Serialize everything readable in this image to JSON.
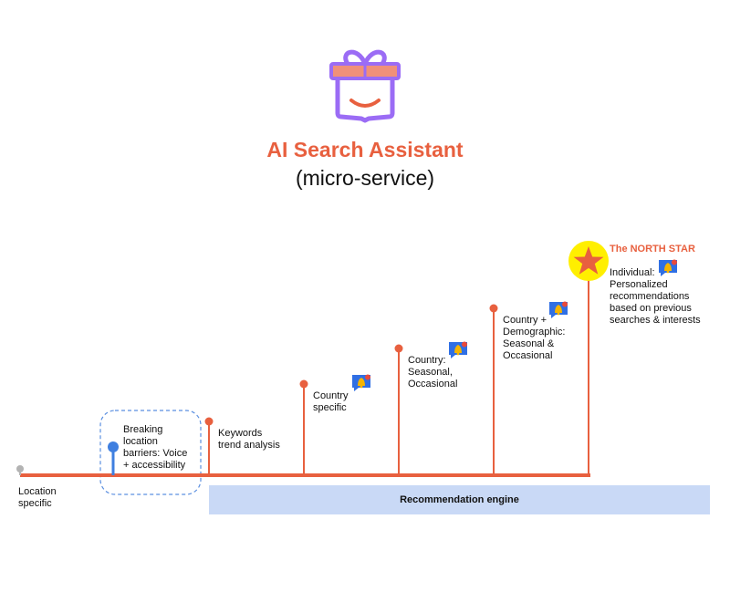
{
  "header": {
    "icon": "gift-smile-icon",
    "title": "AI Search Assistant",
    "subtitle": "(micro-service)"
  },
  "colors": {
    "accent": "#e8603f",
    "gift_outline": "#9b6cf5",
    "gift_ribbon": "#f0907a",
    "voice_blue": "#3f7fe0",
    "start_gray": "#b3b3b3",
    "north_star_circle": "#ffef00",
    "engine_fill": "#c9d9f6"
  },
  "timeline": {
    "milestones": [
      {
        "id": "location",
        "label": "Location specific",
        "lines": [
          "Location",
          "specific"
        ],
        "marker": "gray-dot",
        "bell": false
      },
      {
        "id": "voice",
        "label": "Breaking location barriers: Voice + accessibility",
        "lines": [
          "Breaking",
          "location",
          "barriers: Voice",
          "+ accessibility"
        ],
        "marker": "blue-dot",
        "bell": false,
        "highlighted": true
      },
      {
        "id": "keywords",
        "label": "Keywords trend analysis",
        "lines": [
          "Keywords",
          "trend analysis"
        ],
        "marker": "orange-dot",
        "bell": false
      },
      {
        "id": "country",
        "label": "Country specific",
        "lines": [
          "Country",
          "specific"
        ],
        "marker": "orange-dot",
        "bell": true
      },
      {
        "id": "country-seasonal",
        "label": "Country: Seasonal, Occasional",
        "lines": [
          "Country:",
          "Seasonal,",
          "Occasional"
        ],
        "marker": "orange-dot",
        "bell": true
      },
      {
        "id": "demographic",
        "label": "Country + Demographic: Seasonal & Occasional",
        "lines": [
          "Country +",
          "Demographic:",
          "Seasonal &",
          "Occasional"
        ],
        "marker": "orange-dot",
        "bell": true
      },
      {
        "id": "individual",
        "label": "Individual: Personalized recommendations based on previous searches & interests",
        "lines": [
          "Individual:",
          "Personalized",
          "recommendations",
          "based on previous",
          "searches & interests"
        ],
        "marker": "star",
        "bell": true
      }
    ],
    "north_star_label": "The NORTH STAR",
    "engine_label": "Recommendation engine"
  }
}
